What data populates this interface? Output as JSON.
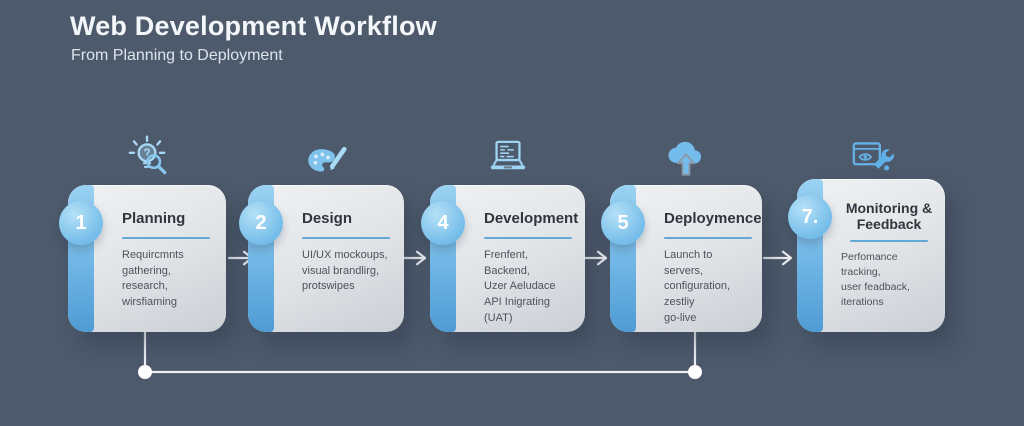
{
  "header": {
    "title": "Web Development Workflow",
    "subtitle": "From Planning to Deployment"
  },
  "steps": [
    {
      "number": "1",
      "title": "Planning",
      "description": "Requircmnts gathering,\nresearch,\nwirsfiaming",
      "icon": "lightbulb-idea-magnifier-icon"
    },
    {
      "number": "2",
      "title": "Design",
      "description": "UI/UX mockoups,\nvisual brandlirg,\nprotswipes",
      "icon": "palette-pencil-icon"
    },
    {
      "number": "4",
      "title": "Development",
      "description": "Frenfent, Backend,\nUzer Aeludace\nAPI Inigrating (UAT)",
      "icon": "laptop-code-icon"
    },
    {
      "number": "5",
      "title": "Deploymence",
      "description": "Launch to servers,\nconfiguration, zestliy\ngo-live",
      "icon": "cloud-upload-icon"
    },
    {
      "number": "7.",
      "title": "Monitoring & Feedback",
      "description": "Perfomance tracking,\nuser feadback,\niterations",
      "icon": "monitor-eye-wrench-icon"
    }
  ],
  "colors": {
    "background_top": "#96a1b0",
    "background_bottom": "#5c6a7d",
    "card": "#e6e8eb",
    "accent_blue": "#74bcec",
    "stripe_top": "#9ad2f2",
    "stripe_bottom": "#4f9cd4",
    "title_text": "#30363e",
    "body_text": "#4c535c",
    "connector": "#edf0f4"
  }
}
